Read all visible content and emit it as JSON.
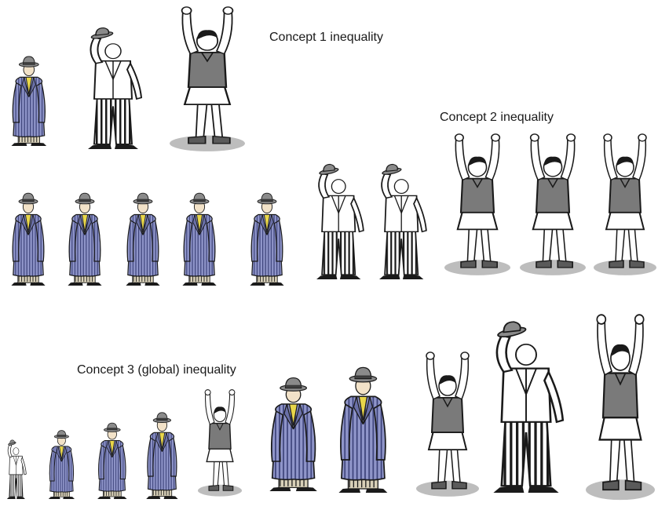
{
  "labels": {
    "concept1": "Concept 1 inequality",
    "concept2": "Concept 2 inequality",
    "concept3": "Concept 3 (global) inequality"
  },
  "figures": {
    "concept1": [
      "coat-man",
      "hat-man",
      "girl"
    ],
    "concept2": [
      "coat-man",
      "coat-man",
      "coat-man",
      "coat-man",
      "coat-man",
      "hat-man",
      "hat-man",
      "girl",
      "girl",
      "girl"
    ],
    "concept3": [
      "hat-man",
      "coat-man",
      "coat-man",
      "coat-man",
      "girl",
      "coat-man",
      "coat-man",
      "girl",
      "hat-man",
      "girl"
    ]
  },
  "colors": {
    "coat": "#8f95c9",
    "coat_stripe": "#3d437a",
    "hat": "#8a8a8a",
    "shirt": "#7a7a7a",
    "shadow": "#bdbdbd",
    "ink": "#1a1a1a",
    "shirt_yellow": "#e8d64a"
  }
}
